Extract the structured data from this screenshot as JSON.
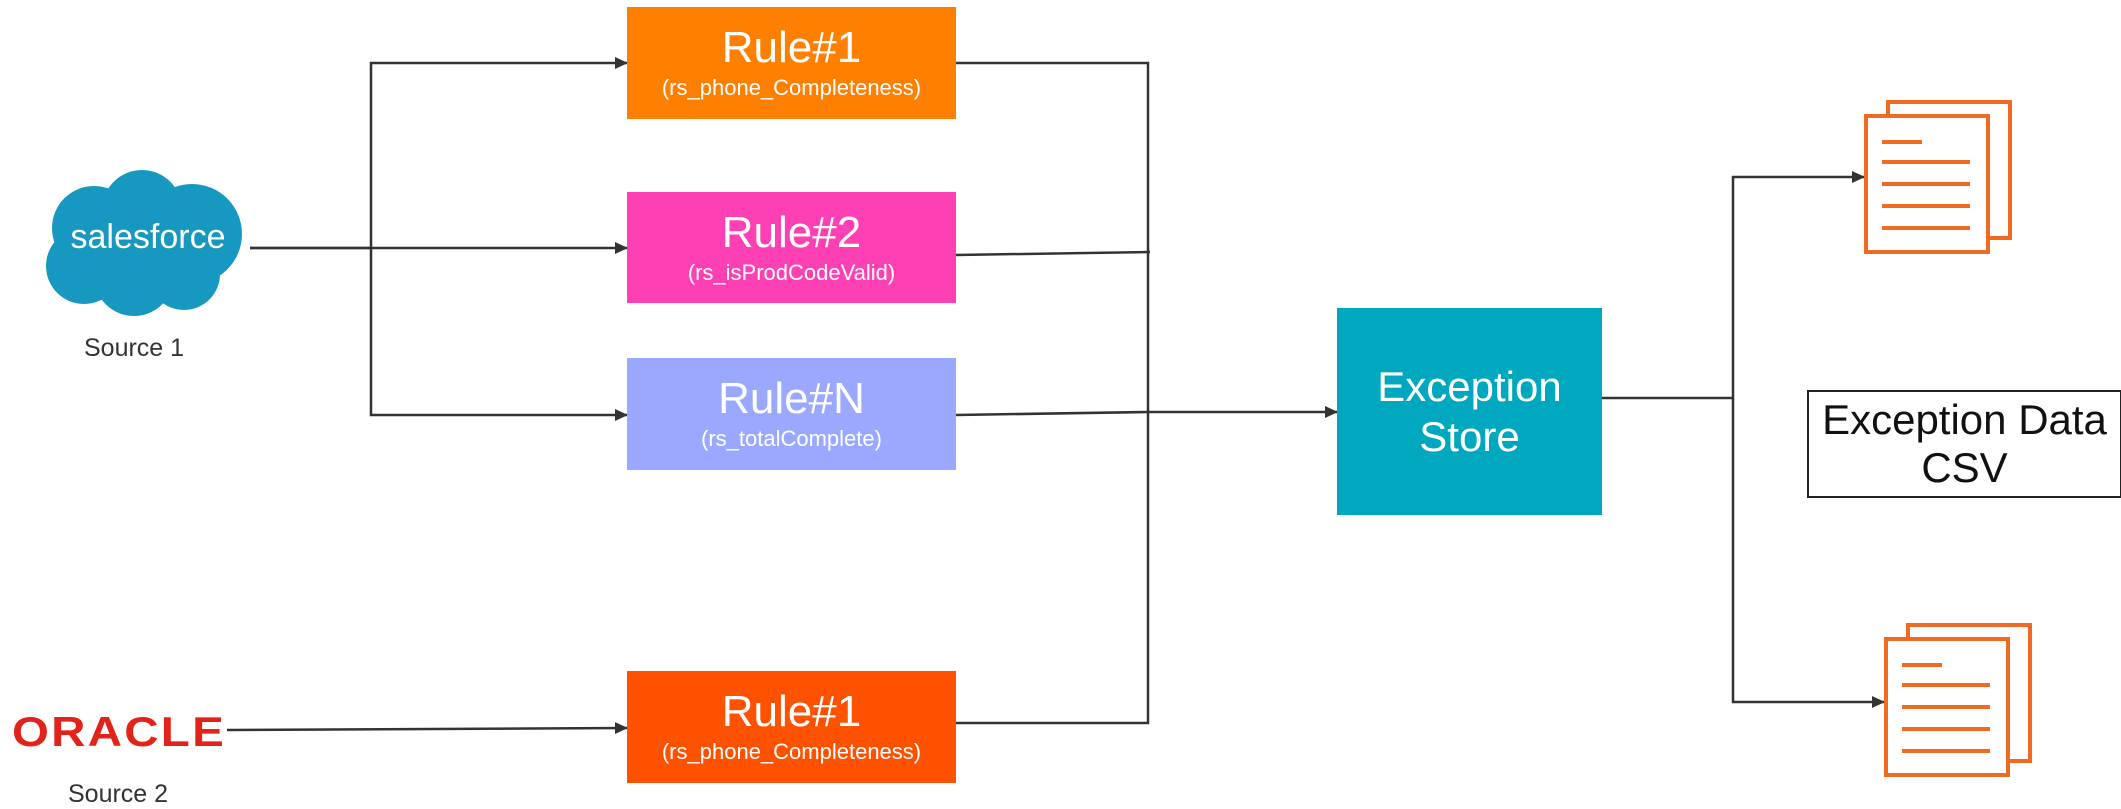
{
  "sources": [
    {
      "logo_text": "salesforce",
      "label": "Source 1"
    },
    {
      "logo_text": "ORACLE",
      "label": "Source 2"
    }
  ],
  "rules": [
    {
      "title": "Rule#1",
      "subtitle": "(rs_phone_Completeness)",
      "color": "#ff7f00"
    },
    {
      "title": "Rule#2",
      "subtitle": "(rs_isProdCodeValid)",
      "color": "#ff3fb4"
    },
    {
      "title": "Rule#N",
      "subtitle": "(rs_totalComplete)",
      "color": "#9aa9ff"
    },
    {
      "title": "Rule#1",
      "subtitle": "(rs_phone_Completeness)",
      "color": "#ff5200"
    }
  ],
  "exception_store": {
    "line1": "Exception",
    "line2": "Store",
    "color": "#00a8bf"
  },
  "output": {
    "line1": "Exception Data",
    "line2": "CSV",
    "doc_color": "#f26a21"
  },
  "colors": {
    "salesforce": "#1798c1",
    "oracle": "#e2231a",
    "wire": "#333333"
  }
}
